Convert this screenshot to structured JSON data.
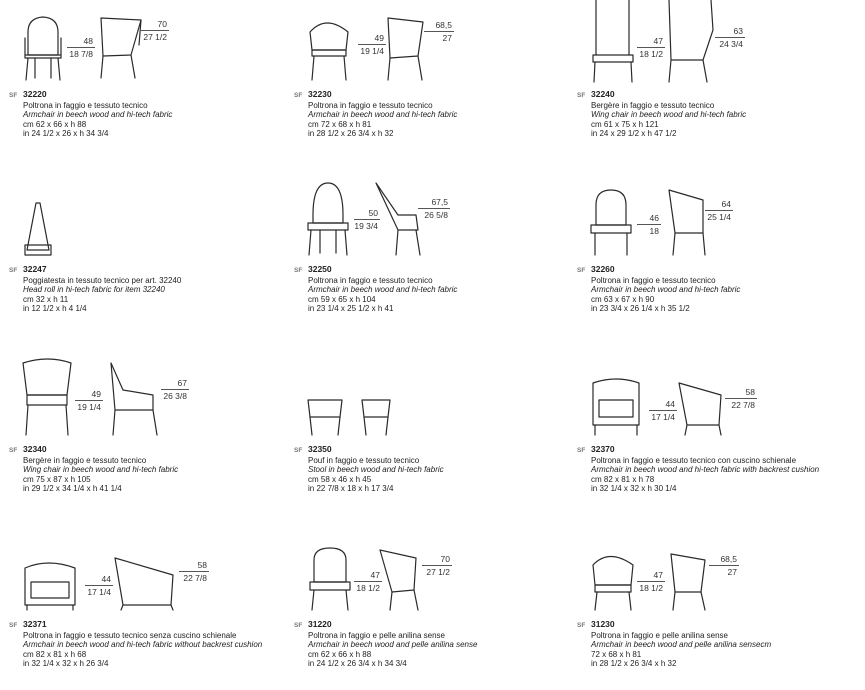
{
  "sf_label": "SF",
  "items": [
    {
      "code": "32220",
      "it": "Poltrona in faggio e tessuto tecnico",
      "en": "Armchair in beech wood and hi-tech fabric",
      "cm": "cm 62 x 66 x h 88",
      "in": "in 24 1/2 x 26 x h 34 3/4",
      "d1a": "48",
      "d1b": "18 7/8",
      "d2a": "70",
      "d2b": "27 1/2"
    },
    {
      "code": "32230",
      "it": "Poltrona in faggio e tessuto tecnico",
      "en": "Armchair in beech wood and hi-tech fabric",
      "cm": "cm 72 x 68 x h 81",
      "in": "in 28 1/2 x 26 3/4 x h 32",
      "d1a": "49",
      "d1b": "19 1/4",
      "d2a": "68,5",
      "d2b": "27"
    },
    {
      "code": "32240",
      "it": "Bergère in faggio e tessuto tecnico",
      "en": "Wing chair in beech wood and hi-tech fabric",
      "cm": "cm 61 x 75 x h 121",
      "in": "in 24 x 29 1/2 x h 47 1/2",
      "d1a": "47",
      "d1b": "18 1/2",
      "d2a": "63",
      "d2b": "24 3/4"
    },
    {
      "code": "32247",
      "it": "Poggiatesta in tessuto tecnico per art. 32240",
      "en": "Head roll in hi-tech fabric for item 32240",
      "cm": "cm 32 x h 11",
      "in": "in 12 1/2 x h 4 1/4",
      "d1a": "",
      "d1b": "",
      "d2a": "",
      "d2b": ""
    },
    {
      "code": "32250",
      "it": "Poltrona in faggio e tessuto tecnico",
      "en": "Armchair in beech wood and hi-tech fabric",
      "cm": "cm 59 x 65 x h 104",
      "in": "in 23 1/4 x 25 1/2 x h 41",
      "d1a": "50",
      "d1b": "19 3/4",
      "d2a": "67,5",
      "d2b": "26 5/8"
    },
    {
      "code": "32260",
      "it": "Poltrona in faggio e tessuto tecnico",
      "en": "Armchair in beech wood and hi-tech fabric",
      "cm": "cm 63 x 67 x h 90",
      "in": "in 23 3/4 x 26 1/4 x h 35 1/2",
      "d1a": "46",
      "d1b": "18",
      "d2a": "64",
      "d2b": "25 1/4"
    },
    {
      "code": "32340",
      "it": "Bergère in faggio e tessuto tecnico",
      "en": "Wing chair in beech wood and hi-tech fabric",
      "cm": "cm 75 x 87 x h 105",
      "in": "in 29 1/2 x 34 1/4 x h 41 1/4",
      "d1a": "49",
      "d1b": "19 1/4",
      "d2a": "67",
      "d2b": "26 3/8"
    },
    {
      "code": "32350",
      "it": "Pouf in faggio e tessuto tecnico",
      "en": "Stool in beech wood and hi-tech fabric",
      "cm": "cm 58 x 46 x h 45",
      "in": "in 22 7/8 x 18 x h 17 3/4",
      "d1a": "",
      "d1b": "",
      "d2a": "",
      "d2b": ""
    },
    {
      "code": "32370",
      "it": "Poltrona in faggio e tessuto tecnico con cuscino schienale",
      "en": "Armchair in beech wood and hi-tech fabric with backrest cushion",
      "cm": "cm 82 x 81 x h 78",
      "in": "in 32 1/4 x 32 x h 30 1/4",
      "d1a": "44",
      "d1b": "17 1/4",
      "d2a": "58",
      "d2b": "22 7/8"
    },
    {
      "code": "32371",
      "it": "Poltrona in faggio e tessuto tecnico senza cuscino schienale",
      "en": "Armchair in beech wood and hi-tech fabric without backrest cushion",
      "cm": "cm 82 x 81 x h 68",
      "in": "in 32 1/4 x 32 x h 26 3/4",
      "d1a": "44",
      "d1b": "17 1/4",
      "d2a": "58",
      "d2b": "22 7/8"
    },
    {
      "code": "31220",
      "it": "Poltrona in faggio e pelle anilina sense",
      "en": "Armchair in beech wood and pelle anilina sense",
      "cm": "cm 62 x 66 x h 88",
      "in": "in 24 1/2 x 26 3/4 x h 34 3/4",
      "d1a": "47",
      "d1b": "18 1/2",
      "d2a": "70",
      "d2b": "27 1/2"
    },
    {
      "code": "31230",
      "it": "Poltrona in faggio e pelle anilina sense",
      "en": "Armchair in beech wood and pelle anilina sensecm",
      "cm": "72 x 68 x h 81",
      "in": "in 28 1/2 x 26 3/4 x h 32",
      "d1a": "47",
      "d1b": "18 1/2",
      "d2a": "68,5",
      "d2b": "27"
    }
  ]
}
